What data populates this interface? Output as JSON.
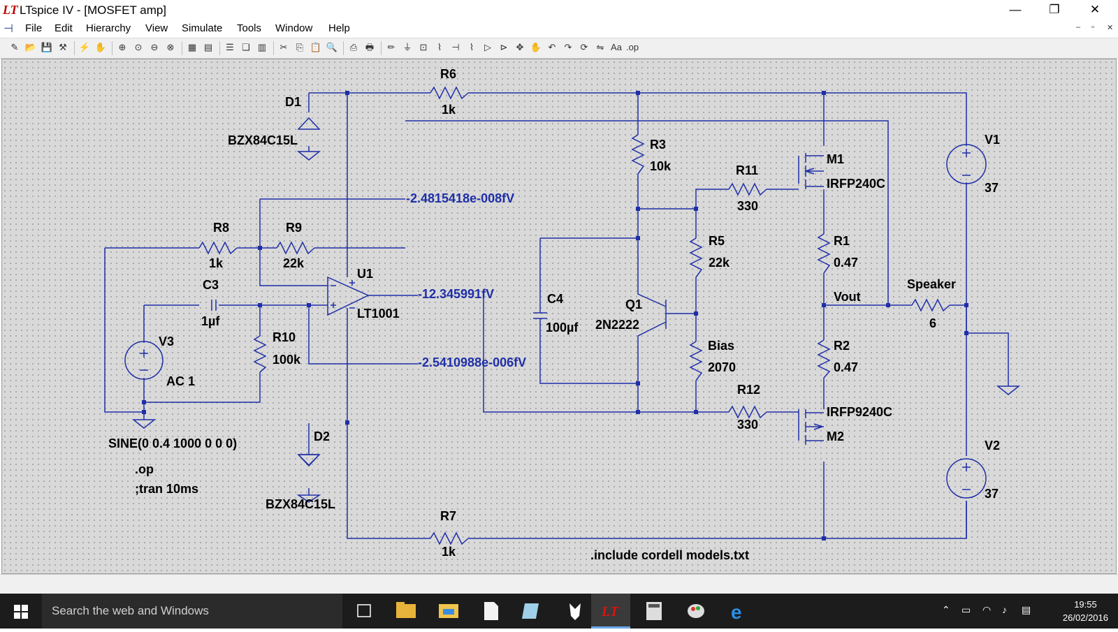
{
  "window": {
    "title": "LTspice IV - [MOSFET amp]",
    "controls": [
      "—",
      "❐",
      "✕"
    ]
  },
  "menu": {
    "items": [
      "File",
      "Edit",
      "Hierarchy",
      "View",
      "Simulate",
      "Tools",
      "Window",
      "Help"
    ],
    "mdi_controls": [
      "–",
      "▫",
      "✕"
    ]
  },
  "toolbar": {
    "icons": [
      "new-schematic-icon",
      "open-icon",
      "save-icon",
      "control-panel-icon",
      "run-icon",
      "halt-icon",
      "zoom-in-icon",
      "zoom-pan-icon",
      "zoom-out-icon",
      "zoom-cancel-icon",
      "waveform-icon",
      "autorange-icon",
      "tile-horizontal-icon",
      "cascade-icon",
      "tile-vertical-icon",
      "cut-icon",
      "copy-icon",
      "paste-icon",
      "find-icon",
      "print-icon",
      "print-preview-icon",
      "wire-icon",
      "ground-icon",
      "label-net-icon",
      "resistor-icon",
      "capacitor-icon",
      "inductor-icon",
      "diode-icon",
      "component-icon",
      "move-icon",
      "drag-icon",
      "undo-icon",
      "redo-icon",
      "rotate-icon",
      "mirror-icon",
      "text-icon",
      "spice-directive-icon"
    ]
  },
  "schematic": {
    "components": {
      "D1": {
        "ref": "D1",
        "value": "BZX84C15L"
      },
      "D2": {
        "ref": "D2",
        "value": "BZX84C15L"
      },
      "R6": {
        "ref": "R6",
        "value": "1k"
      },
      "R7": {
        "ref": "R7",
        "value": "1k"
      },
      "R3": {
        "ref": "R3",
        "value": "10k"
      },
      "R11": {
        "ref": "R11",
        "value": "330"
      },
      "R12": {
        "ref": "R12",
        "value": "330"
      },
      "R8": {
        "ref": "R8",
        "value": "1k"
      },
      "R9": {
        "ref": "R9",
        "value": "22k"
      },
      "R5": {
        "ref": "R5",
        "value": "22k"
      },
      "R1": {
        "ref": "R1",
        "value": "0.47"
      },
      "R2": {
        "ref": "R2",
        "value": "0.47"
      },
      "R10": {
        "ref": "R10",
        "value": "100k"
      },
      "Bias": {
        "ref": "Bias",
        "value": "2070"
      },
      "C3": {
        "ref": "C3",
        "value": "1µf"
      },
      "C4": {
        "ref": "C4",
        "value": "100µf"
      },
      "Q1": {
        "ref": "Q1",
        "value": "2N2222"
      },
      "U1": {
        "ref": "U1",
        "value": "LT1001"
      },
      "M1": {
        "ref": "M1",
        "value": "IRFP240C"
      },
      "M2": {
        "ref": "M2",
        "value": "IRFP9240C"
      },
      "V1": {
        "ref": "V1",
        "value": "37"
      },
      "V2": {
        "ref": "V2",
        "value": "37"
      },
      "V3": {
        "ref": "V3",
        "value": "AC 1"
      },
      "Speaker": {
        "ref": "Speaker",
        "value": "6"
      }
    },
    "net_labels": {
      "vout": "Vout"
    },
    "op_values": {
      "upper": "-2.4815418e-008fV",
      "mid": "-12.345991fV",
      "lower": "-2.5410988e-006fV"
    },
    "directives": {
      "sine": "SINE(0 0.4 1000 0 0 0)",
      "op": ".op",
      "tran": ";tran 10ms",
      "include": ".include cordell models.txt"
    }
  },
  "taskbar": {
    "search_placeholder": "Search the web and Windows",
    "apps": [
      "task-view-icon",
      "file-explorer-icon",
      "folder-icon",
      "document-icon",
      "notepad-icon",
      "wolf-app-icon",
      "ltspice-icon",
      "calculator-icon",
      "paint-icon",
      "edge-icon"
    ],
    "time": "19:55",
    "date": "26/02/2016"
  },
  "colors": {
    "wire": "#1f2fa8",
    "text": "#000000",
    "op_value": "#1f2fa8",
    "grid": "#d9d9d9"
  }
}
